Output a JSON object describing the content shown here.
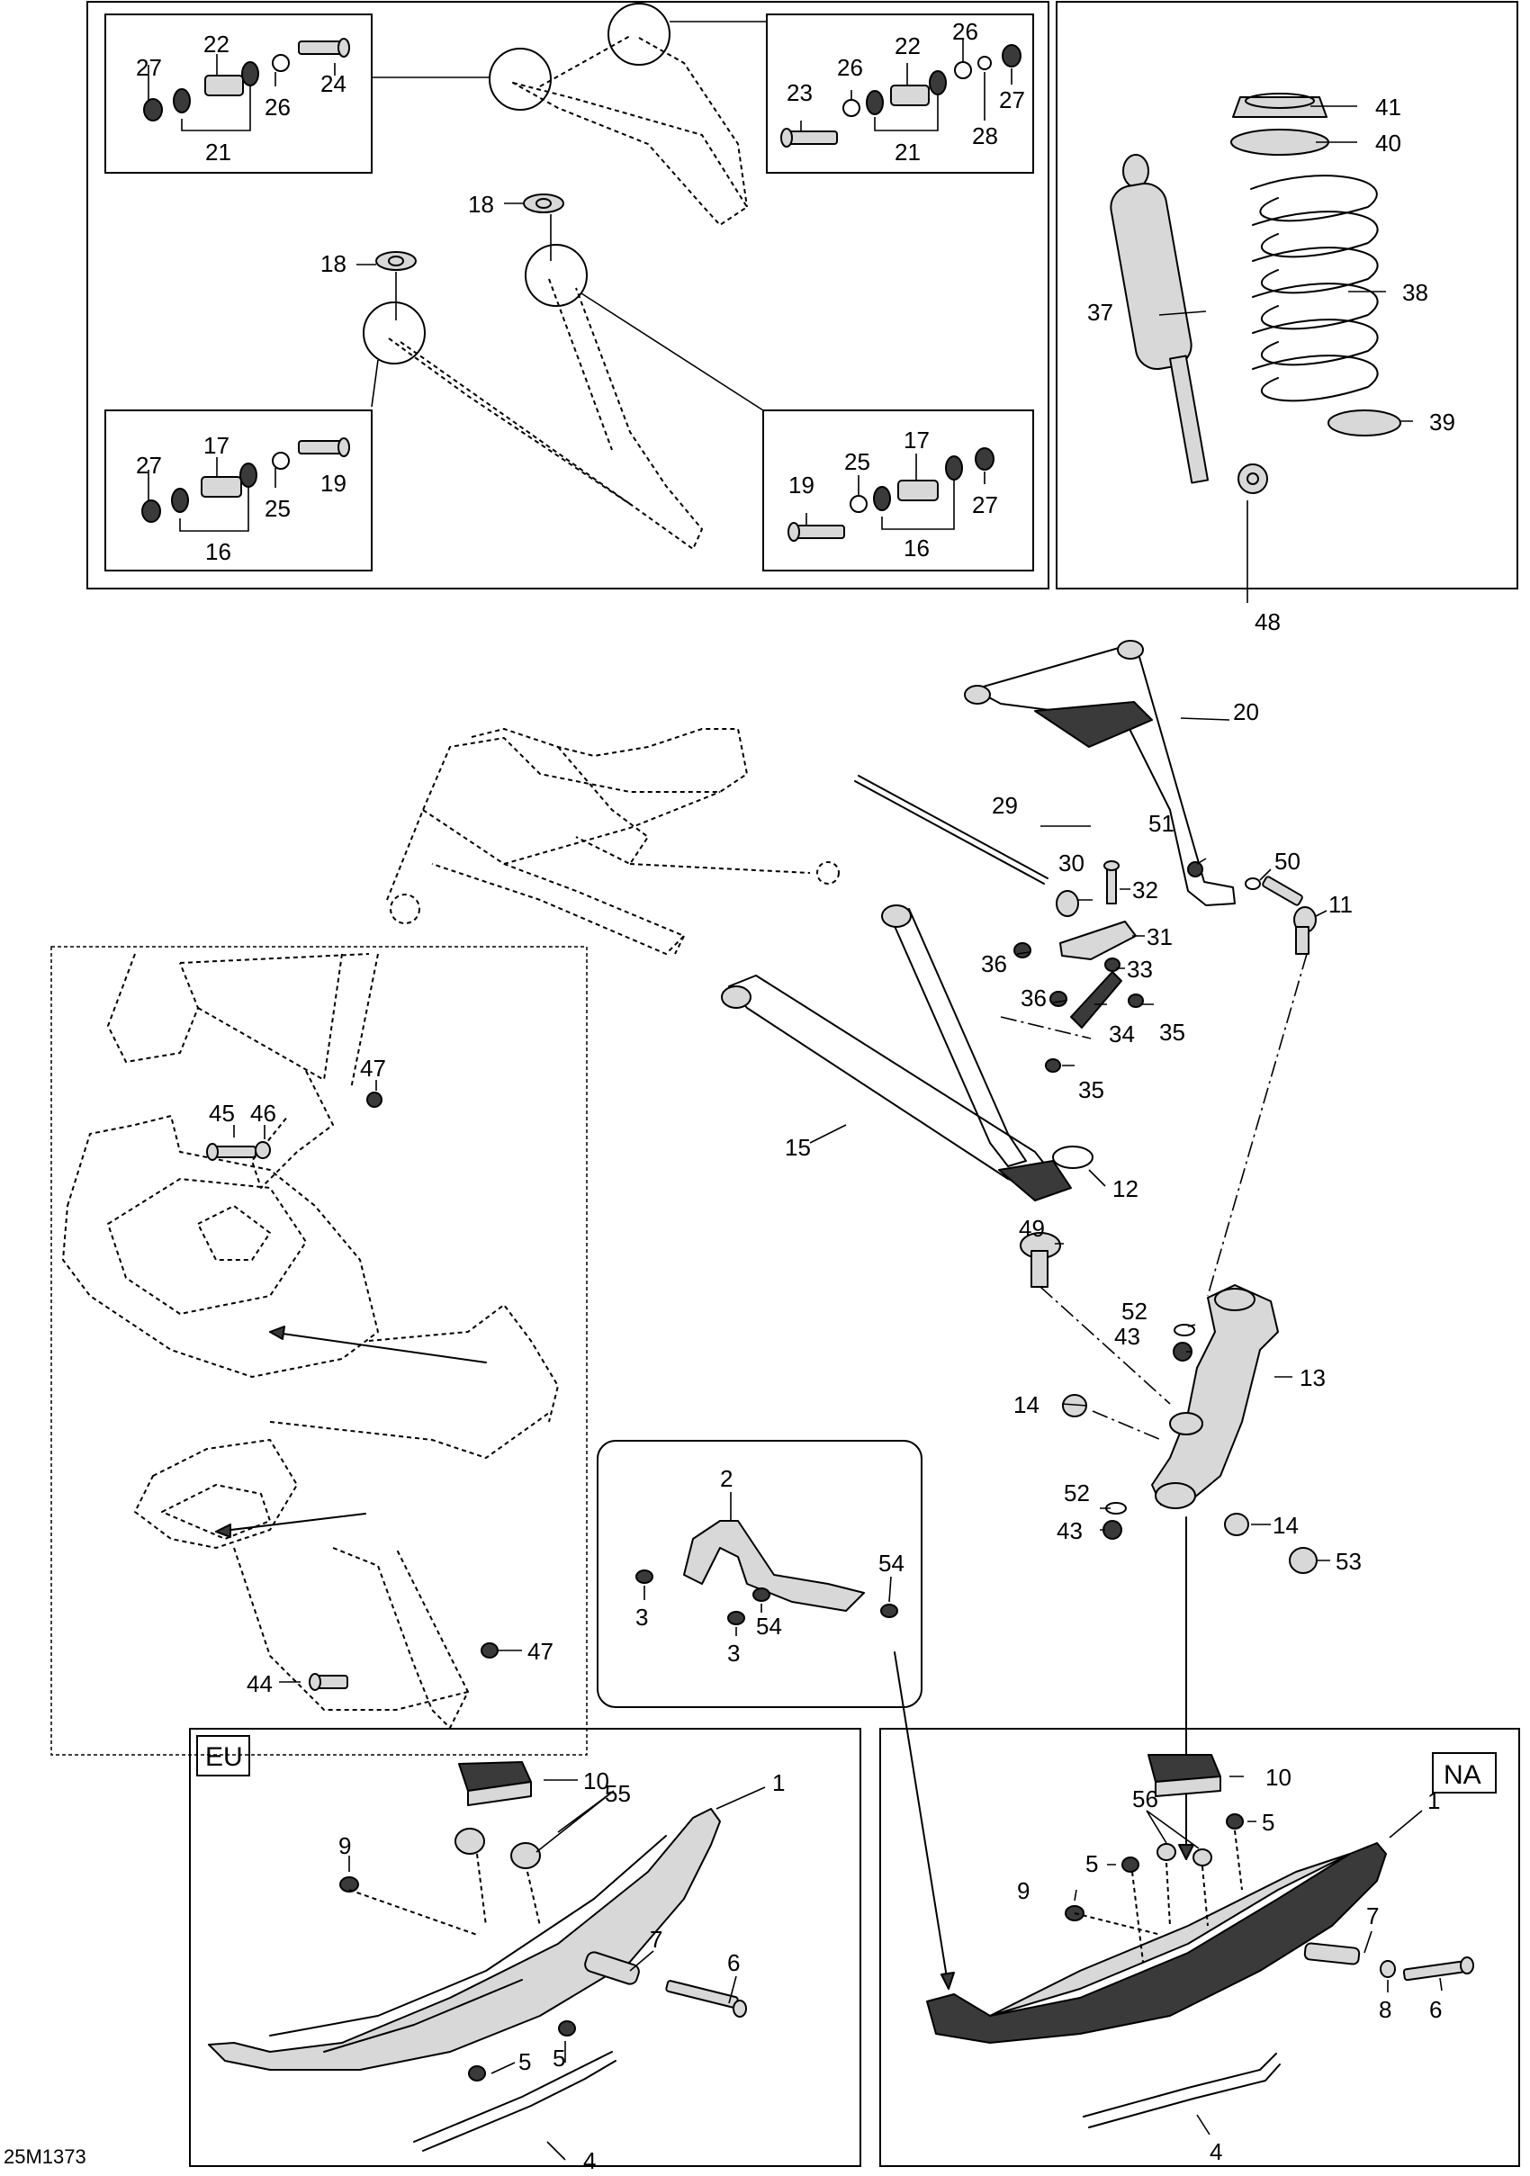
{
  "diagram_code": "25M1373",
  "region_tags": {
    "eu": "EU",
    "na": "NA"
  },
  "callouts": {
    "p1": "1",
    "p2": "2",
    "p3": "3",
    "p4": "4",
    "p5": "5",
    "p6": "6",
    "p7": "7",
    "p8": "8",
    "p9": "9",
    "p10": "10",
    "p11": "11",
    "p12": "12",
    "p13": "13",
    "p14": "14",
    "p15": "15",
    "p16": "16",
    "p17": "17",
    "p18": "18",
    "p19": "19",
    "p20": "20",
    "p21": "21",
    "p22": "22",
    "p23": "23",
    "p24": "24",
    "p25": "25",
    "p26": "26",
    "p27": "27",
    "p28": "28",
    "p29": "29",
    "p30": "30",
    "p31": "31",
    "p32": "32",
    "p33": "33",
    "p34": "34",
    "p35": "35",
    "p36": "36",
    "p37": "37",
    "p38": "38",
    "p39": "39",
    "p40": "40",
    "p41": "41",
    "p43": "43",
    "p44": "44",
    "p45": "45",
    "p46": "46",
    "p47": "47",
    "p48": "48",
    "p49": "49",
    "p50": "50",
    "p51": "51",
    "p52": "52",
    "p53": "53",
    "p54": "54",
    "p55": "55",
    "p56": "56"
  }
}
